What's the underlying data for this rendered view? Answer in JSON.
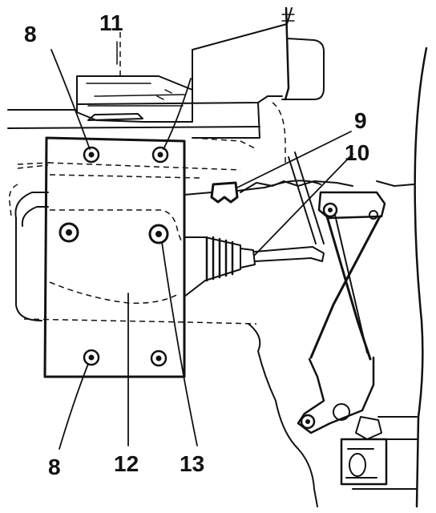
{
  "callouts": {
    "c8_top": "8",
    "c11": "11",
    "c9": "9",
    "c10": "10",
    "c8_bottom": "8",
    "c12": "12",
    "c13": "13"
  },
  "colors": {
    "ink": "#111111",
    "paper": "#ffffff"
  }
}
